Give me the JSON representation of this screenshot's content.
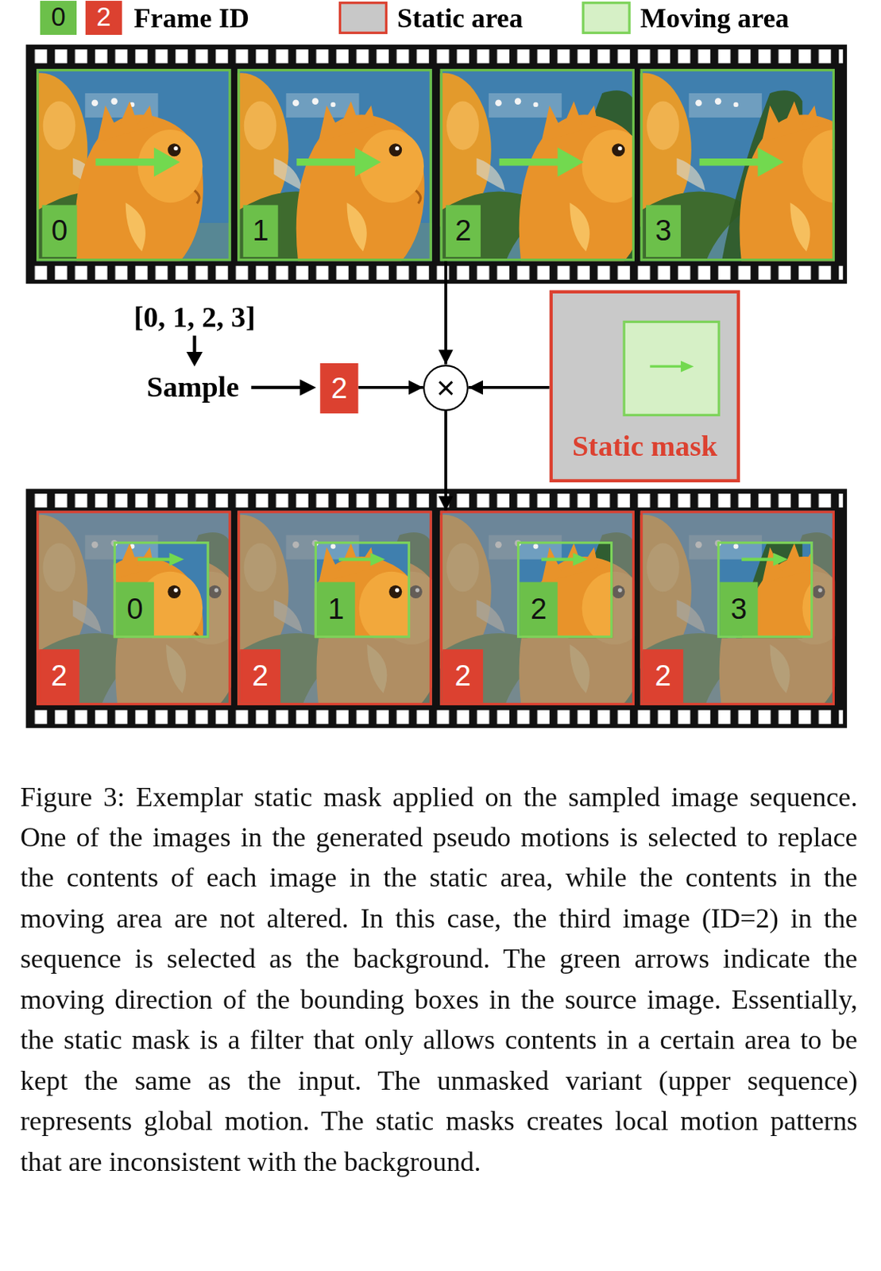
{
  "diagram": {
    "caption": "Figure 3: Exemplar static mask applied on the sampled image sequence. One of the images in the generated pseudo motions is selected to replace the contents of each image in the static area, while the contents in the moving area are not altered. In this case, the third image (ID=2) in the sequence is selected as the background. The green arrows indicate the moving direction of the bounding boxes in the source image. Essentially, the static mask is a filter that only allows contents in a certain area to be kept the same as the input. The unmasked variant (upper sequence) represents global motion. The static masks creates local motion patterns that are inconsistent with the background.",
    "nodes": [
      {
        "text": [
          "0"
        ]
      },
      {
        "text": [
          "1"
        ]
      },
      {
        "text": [
          "2"
        ]
      },
      {
        "text": [
          "3"
        ]
      },
      {
        "text": [
          "2"
        ]
      },
      {
        "text": [
          "×"
        ]
      },
      {
        "text": [
          "Static mask"
        ]
      },
      {
        "text": [
          "2"
        ]
      },
      {
        "text": [
          "0"
        ],
        "in": 7
      },
      {
        "text": [
          "2"
        ]
      },
      {
        "text": [
          "1"
        ],
        "in": 9
      },
      {
        "text": [
          "2"
        ]
      },
      {
        "text": [
          "2"
        ],
        "in": 11
      },
      {
        "text": [
          "2"
        ]
      },
      {
        "text": [
          "3"
        ],
        "in": 13
      }
    ],
    "edges": [
      {
        "from": 2,
        "to": 5,
        "arrow": "to"
      },
      {
        "from": 4,
        "to": 5,
        "arrow": "to"
      },
      {
        "from": 6,
        "to": 5,
        "arrow": "to"
      },
      {
        "from": 5,
        "to": 11,
        "arrow": "to"
      }
    ],
    "labels": [
      "0",
      "2",
      "[0, 1, 2, 3]",
      "Sample"
    ],
    "legend": [
      {
        "text": "Frame ID"
      },
      {
        "text": "Static area",
        "color": "#c8c8c8"
      },
      {
        "text": "Moving area",
        "color": "#d6f0c6"
      }
    ]
  }
}
